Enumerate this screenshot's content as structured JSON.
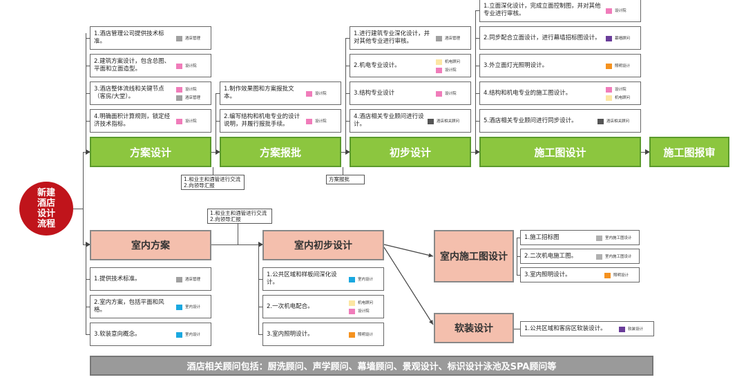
{
  "start": {
    "label": "新建\n酒店\n设计\n流程"
  },
  "colors": {
    "设计院": "#f07cba",
    "酒店管理": "#a0a0a0",
    "机电顾问": "#fce6a3",
    "幕墙顾问": "#6a3d9a",
    "照明设计": "#f5921f",
    "室内设计": "#1aa8e0",
    "室内施工图设计": "#b0b0b0",
    "软装设计": "#6a3d9a",
    "酒店相关顾问": "#555555"
  },
  "stages": {
    "s1": "方案设计",
    "s2": "方案报批",
    "s3": "初步设计",
    "s4": "施工图设计",
    "s5": "施工图报审"
  },
  "interior": {
    "i1": "室内方案",
    "i2": "室内初步设计",
    "i3": "室内施工图设计",
    "i4": "软装设计"
  },
  "notes": {
    "n1": "1.和业主和酒管进行交流\n2.向领导汇报",
    "n2": "方案报批",
    "n3": "1.和业主和酒管进行交流\n2.向领导汇报"
  },
  "footer": "酒店相关顾问包括：厨洗顾问、声学顾问、幕墙顾问、景观设计、标识设计泳池及SPA顾问等",
  "tasks": {
    "s1t1": {
      "text": "1.酒店管理公司提供技术标准。",
      "tags": [
        "酒店管理"
      ]
    },
    "s1t2": {
      "text": "2.建筑方案设计，包含总图、平面和立面造型。",
      "tags": [
        "设计院"
      ]
    },
    "s1t3": {
      "text": "3.酒店整体流线和关键节点（客房/大堂）。",
      "tags": [
        "设计院",
        "酒店管理"
      ]
    },
    "s1t4": {
      "text": "4.明确面积计算规则，锁定经济技术指标。",
      "tags": [
        "设计院"
      ]
    },
    "s2t1": {
      "text": "1.制作效果图和方案报批文本。",
      "tags": [
        "设计院"
      ]
    },
    "s2t2": {
      "text": "2.编写结构和机电专业的设计说明，并履行报批手续。",
      "tags": [
        "设计院"
      ]
    },
    "s3t1": {
      "text": "1.进行建筑专业深化设计，并对其他专业进行审核。",
      "tags": [
        "酒店管理"
      ]
    },
    "s3t2": {
      "text": "2.机电专业设计。",
      "tags": [
        "机电顾问",
        "设计院"
      ]
    },
    "s3t3": {
      "text": "3.结构专业设计",
      "tags": [
        "设计院"
      ]
    },
    "s3t4": {
      "text": "4.酒店相关专业顾问进行设计。",
      "tags": [
        "酒店相关顾问"
      ]
    },
    "s4t1": {
      "text": "1.立面深化设计，完成立面控制图，并对其他专业进行审核。",
      "tags": [
        "设计院"
      ]
    },
    "s4t2": {
      "text": "2.同步配合立面设计，进行幕墙招标图设计。",
      "tags": [
        "幕墙顾问"
      ]
    },
    "s4t3": {
      "text": "3.外立面灯光照明设计。",
      "tags": [
        "照明设计"
      ]
    },
    "s4t4": {
      "text": "4.结构和机电专业的施工图设计。",
      "tags": [
        "设计院",
        "机电顾问"
      ]
    },
    "s4t5": {
      "text": "5.酒店相关专业顾问进行同步设计。",
      "tags": [
        "酒店相关顾问"
      ]
    },
    "i1t1": {
      "text": "1.提供技术标准。",
      "tags": [
        "酒店管理"
      ]
    },
    "i1t2": {
      "text": "2.室内方案，包括平面和风格。",
      "tags": [
        "室内设计"
      ]
    },
    "i1t3": {
      "text": "3.软装意向概念。",
      "tags": [
        "室内设计"
      ]
    },
    "i2t1": {
      "text": "1.公共区域和样板间深化设计。",
      "tags": [
        "室内设计"
      ]
    },
    "i2t2": {
      "text": "2.一次机电配合。",
      "tags": [
        "机电顾问",
        "设计院"
      ]
    },
    "i2t3": {
      "text": "3.室内照明设计。",
      "tags": [
        "照明设计"
      ]
    },
    "i3t1": {
      "text": "1.施工招标图",
      "tags": [
        "室内施工图设计"
      ]
    },
    "i3t2": {
      "text": "2.二次机电施工图。",
      "tags": [
        "室内施工图设计"
      ]
    },
    "i3t3": {
      "text": "3.室内照明设计。",
      "tags": [
        "照明设计"
      ]
    },
    "i4t1": {
      "text": "1.公共区域和客房区软装设计。",
      "tags": [
        "软装设计"
      ]
    }
  }
}
